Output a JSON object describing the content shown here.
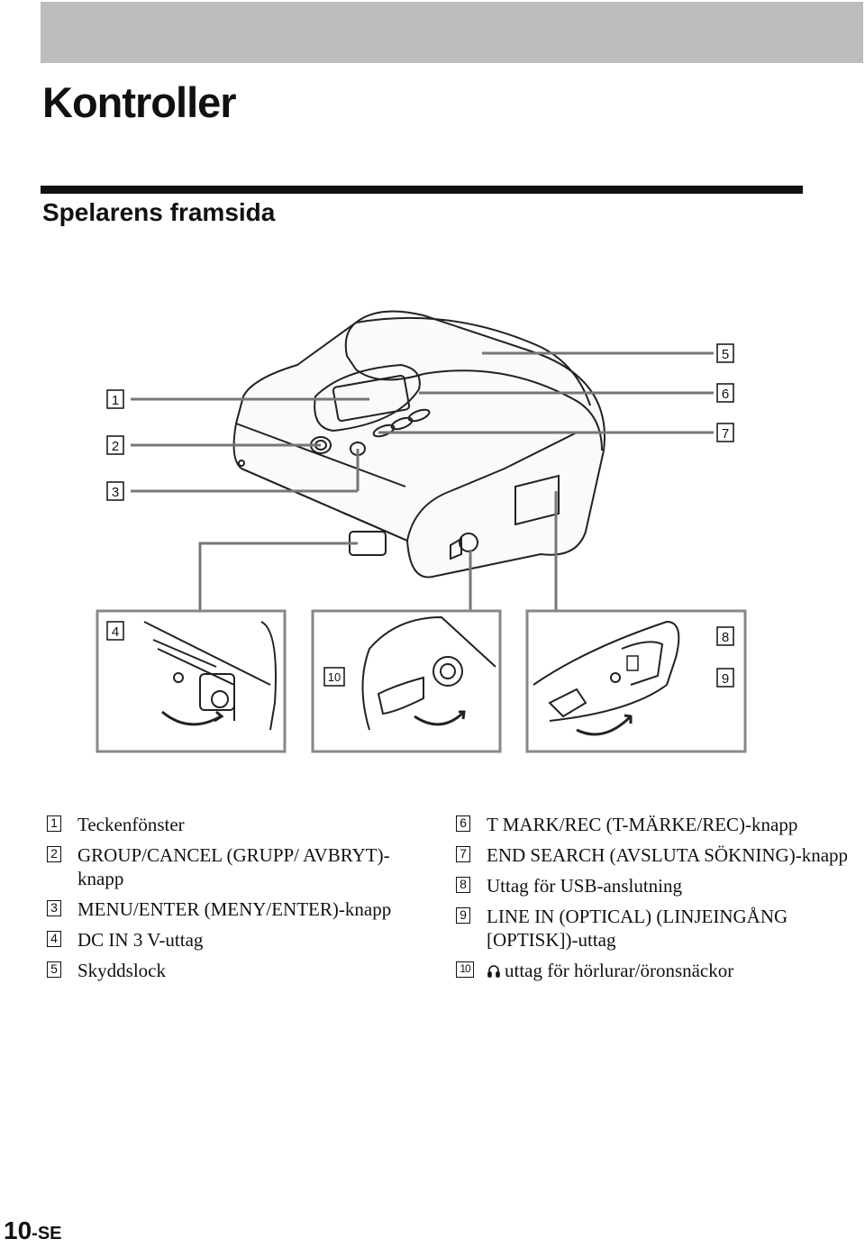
{
  "page": {
    "title": "Kontroller",
    "section_title": "Spelarens framsida",
    "page_number": "10",
    "page_suffix": "-SE"
  },
  "callouts": [
    "1",
    "2",
    "3",
    "4",
    "5",
    "6",
    "7",
    "8",
    "9",
    "10"
  ],
  "legend_left": [
    {
      "num": "1",
      "text": "Teckenfönster"
    },
    {
      "num": "2",
      "text": "GROUP/CANCEL (GRUPP/ AVBRYT)-knapp"
    },
    {
      "num": "3",
      "text": "MENU/ENTER (MENY/ENTER)-knapp"
    },
    {
      "num": "4",
      "text": "DC IN 3 V-uttag"
    },
    {
      "num": "5",
      "text": "Skyddslock"
    }
  ],
  "legend_right": [
    {
      "num": "6",
      "text": "T MARK/REC (T-MÄRKE/REC)-knapp"
    },
    {
      "num": "7",
      "text": "END SEARCH (AVSLUTA SÖKNING)-knapp"
    },
    {
      "num": "8",
      "text": "Uttag för USB-anslutning"
    },
    {
      "num": "9",
      "text": "LINE IN (OPTICAL) (LINJEINGÅNG [OPTISK])-uttag"
    },
    {
      "num": "10",
      "text": "uttag för hörlurar/öronsnäckor",
      "icon": "headphones-icon"
    }
  ]
}
